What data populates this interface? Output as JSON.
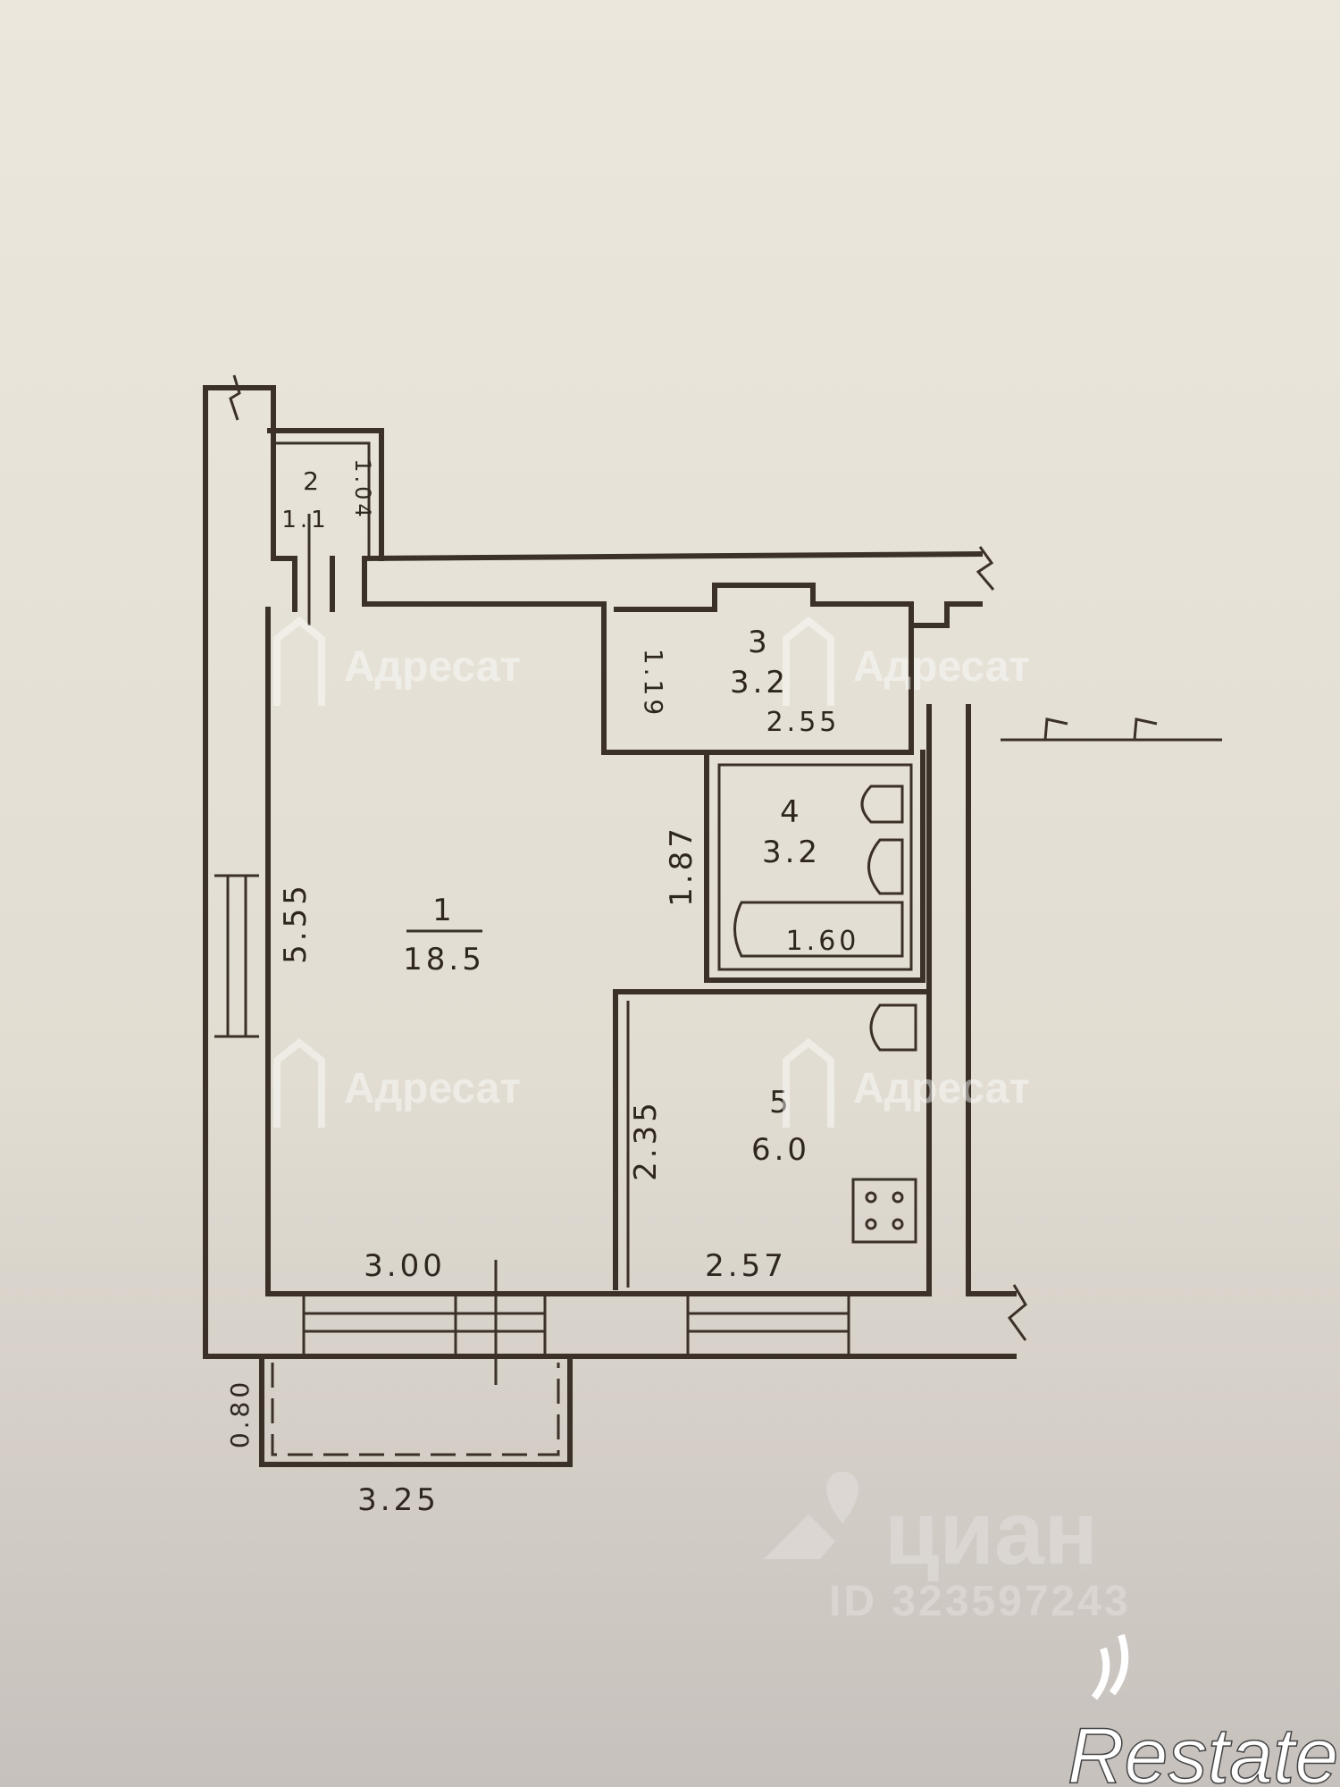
{
  "rooms": [
    {
      "number": "1",
      "area": "18.5"
    },
    {
      "number": "2",
      "area": "1.1"
    },
    {
      "number": "3",
      "area": "3.2"
    },
    {
      "number": "4",
      "area": "3.2"
    },
    {
      "number": "5",
      "area": "6.0"
    }
  ],
  "dimensions": {
    "room1_height": "5.55",
    "room1_width": "3.00",
    "room2_side": "1.04",
    "room3_height": "1.19",
    "room3_width": "2.55",
    "room4_height": "1.87",
    "room4_bath": "1.60",
    "room5_height": "2.35",
    "room5_width": "2.57",
    "balcony_depth": "0.80",
    "balcony_width": "3.25"
  },
  "watermarks": {
    "agency": "Адресат",
    "cian": "циан",
    "cian_id": "ID 323597243",
    "restate": "Restate"
  },
  "colors": {
    "paper": "#e6e1d6",
    "ink": "#3b3128"
  }
}
